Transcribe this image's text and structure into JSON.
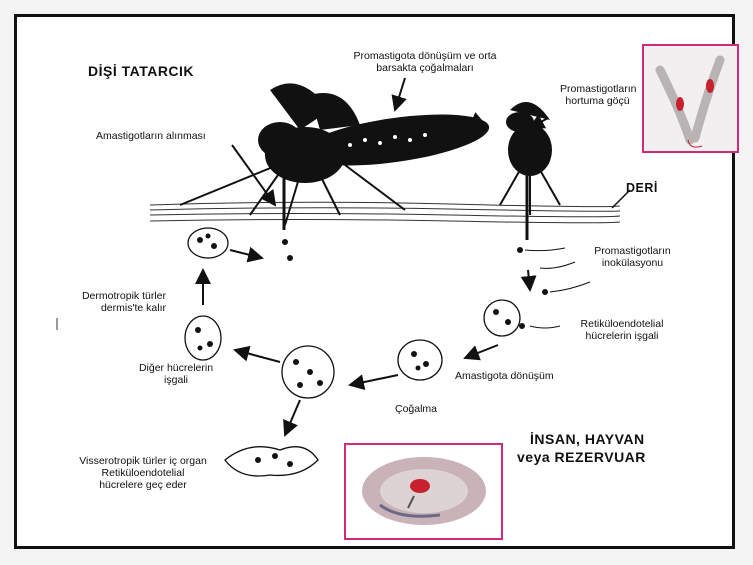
{
  "labels": {
    "female_sandfly": "DİŞİ TATARCIK",
    "promastigote_transform": [
      "Promastigota dönüşüm ve orta",
      "barsakta çoğalmaları"
    ],
    "promastigote_migration": [
      "Promastigotların",
      "hortuma göçü"
    ],
    "amastigote_uptake": "Amastigotların alınması",
    "skin": "DERİ",
    "promastigote_inoculation": [
      "Promastigotların",
      "inokülasyonu"
    ],
    "dermotropic": [
      "Dermotropik türler",
      "dermis'te kalır"
    ],
    "reticuloendothelial_invasion": [
      "Retiküloendotelial",
      "hücrelerin işgali"
    ],
    "other_cells": [
      "Diğer hücrelerin",
      "işgali"
    ],
    "amastigote_transform": "Amastigota dönüşüm",
    "proliferation": "Çoğalma",
    "visceratropic": [
      "Visserotropik türler iç organ",
      "Retiküloendotelial",
      "hücrelere geç eder"
    ],
    "host_line1": "İNSAN, HAYVAN",
    "host_line2": "veya REZERVUAR"
  },
  "colors": {
    "frame": "#111111",
    "inset_border": "#d12a7a",
    "parasite_red": "#c8202e",
    "rbc_fill": "#c9b3b8"
  }
}
